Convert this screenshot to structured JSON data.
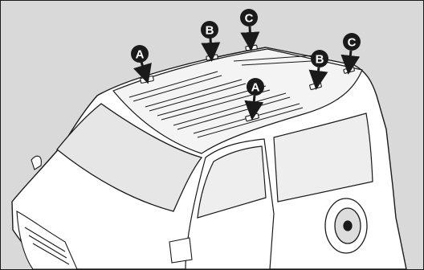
{
  "figure": {
    "subject": "van-roof-rack-mount-points",
    "colors": {
      "background": "#d9d9d9",
      "van_body": "#ffffff",
      "outline": "#1a1a1a",
      "marker": "#1a1a1a",
      "marker_text": "#ffffff"
    },
    "markers": [
      {
        "id": "A-left",
        "letter": "A"
      },
      {
        "id": "B-left",
        "letter": "B"
      },
      {
        "id": "C-left",
        "letter": "C"
      },
      {
        "id": "B-right",
        "letter": "B"
      },
      {
        "id": "C-right",
        "letter": "C"
      },
      {
        "id": "A-center",
        "letter": "A"
      }
    ]
  }
}
